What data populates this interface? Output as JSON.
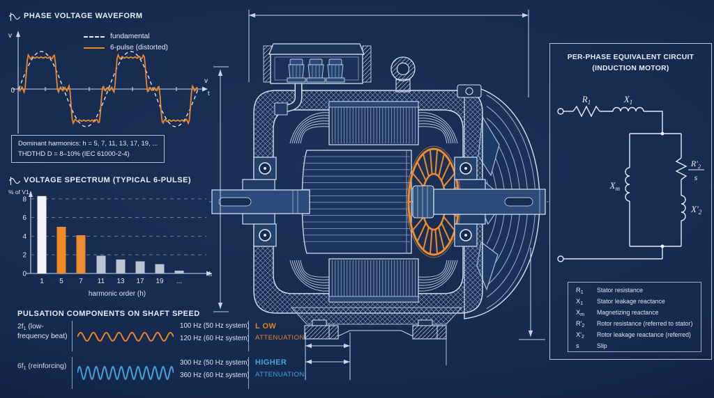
{
  "palette": {
    "background": "#16294e",
    "blueprint_line": "#d5e0ef",
    "accent_orange": "#ee8c2b",
    "accent_blue": "#45a4dc",
    "bar_white": "#f2f5f9",
    "bar_gray": "#b9c3d1",
    "text": "#e9eef6"
  },
  "icons": {
    "waveform_icon": "axis-with-sine-glyph",
    "spectrum_icon": "axis-with-sine-glyph"
  },
  "waveform_section": {
    "title": "PHASE VOLTAGE WAVEFORM",
    "y_axis_label": "v",
    "origin_label": "0",
    "x_end_top": "v",
    "x_end_bottom": "t"
  },
  "harmonics_box": {
    "line1": "Dominant harmonics:   h = 5, 7, 11, 13, 17, 19, ...",
    "line2": "THDTHD D = 8–10%   (IEC 61000-2-4)"
  },
  "spectrum_section": {
    "title": "VOLTAGE SPECTRUM (TYPICAL 6-PULSE)"
  },
  "chart_data": [
    {
      "id": "phase-voltage-waveform",
      "type": "line",
      "title": "PHASE VOLTAGE WAVEFORM",
      "x_axis": "t (time)",
      "y_axis": "v (phase voltage)",
      "periods_shown": 2,
      "series": [
        {
          "name": "fundamental",
          "style": "dashed",
          "color": "#e9eef6",
          "harmonics": [
            {
              "h": 1,
              "amp": 1
            }
          ]
        },
        {
          "name": "6-pulse (distorted)",
          "style": "solid",
          "color": "#e8872e",
          "harmonics": [
            {
              "h": 1,
              "amp": 1
            },
            {
              "h": 5,
              "amp": -0.2
            },
            {
              "h": 7,
              "amp": -0.143
            },
            {
              "h": 11,
              "amp": 0.091
            },
            {
              "h": 13,
              "amp": 0.077
            },
            {
              "h": 17,
              "amp": -0.059
            },
            {
              "h": 19,
              "amp": -0.053
            }
          ]
        }
      ]
    },
    {
      "id": "voltage-spectrum",
      "type": "bar",
      "title": "VOLTAGE SPECTRUM (TYPICAL 6-PULSE)",
      "categories": [
        "1",
        "5",
        "7",
        "11",
        "13",
        "17",
        "19",
        "..."
      ],
      "values": [
        8.3,
        5.0,
        4.1,
        1.9,
        1.5,
        1.3,
        1.0,
        0.3
      ],
      "bar_colors": [
        "#f2f5f9",
        "#ee8c2b",
        "#ee8c2b",
        "#b9c3d1",
        "#b9c3d1",
        "#b9c3d1",
        "#b9c3d1",
        "#b9c3d1"
      ],
      "ylabel": "% of V1",
      "xlabel": "harmonic order (h)",
      "x_arrow_label": "h",
      "yticks": [
        0,
        2,
        4,
        6,
        8
      ],
      "ylim": [
        0,
        9
      ],
      "grid": "dashed-horizontal"
    }
  ],
  "pulsation": {
    "title": "PULSATION COMPONENTS ON SHAFT SPEED",
    "rows": [
      {
        "label_pre": "2f",
        "label_sub": "1",
        "label_post": " (low-",
        "label_line2": "frequency beat)",
        "freq_50": "100 Hz (50 Hz system)",
        "freq_60": "120 Hz (60 Hz system)",
        "attenuation_word": "L OW",
        "attenuation_label": "ATTENUATION",
        "color": "#e8872e",
        "wave_cycles": 7.5,
        "wave_amplitude": 6
      },
      {
        "label_pre": "6f",
        "label_sub": "1",
        "label_post": " (reinforcing)",
        "label_line2": "",
        "freq_50": "300 Hz (50 Hz system)",
        "freq_60": "360 Hz (60 Hz system)",
        "attenuation_word": "HIGHER",
        "attenuation_label": "ATTENUATION",
        "color": "#45a4dc",
        "wave_cycles": 11.5,
        "wave_amplitude": 9
      }
    ]
  },
  "circuit_panel": {
    "title_line1": "PER-PHASE EQUIVALENT CIRCUIT",
    "title_line2": "(INDUCTION MOTOR)",
    "labels": {
      "r1_base": "R",
      "r1_sub": "1",
      "x1_base": "X",
      "x1_sub": "1",
      "xm_base": "X",
      "xm_sub": "m",
      "r2_base": "R′",
      "r2_sub": "2",
      "r2_den": "s",
      "x2_base": "X′",
      "x2_sub": "2"
    },
    "legend": [
      {
        "base": "R",
        "sub": "1",
        "description": "Stator resistance"
      },
      {
        "base": "X",
        "sub": "1",
        "description": "Stator leakage reactance"
      },
      {
        "base": "X",
        "sub": "m",
        "description": "Magnetizing reactance"
      },
      {
        "base": "R′",
        "sub": "2",
        "description": "Rotor resistance (referred to stator)"
      },
      {
        "base": "X′",
        "sub": "2",
        "description": "Rotor leakage reactance (referred)"
      },
      {
        "base": "s",
        "sub": "",
        "description": "Slip"
      }
    ]
  }
}
